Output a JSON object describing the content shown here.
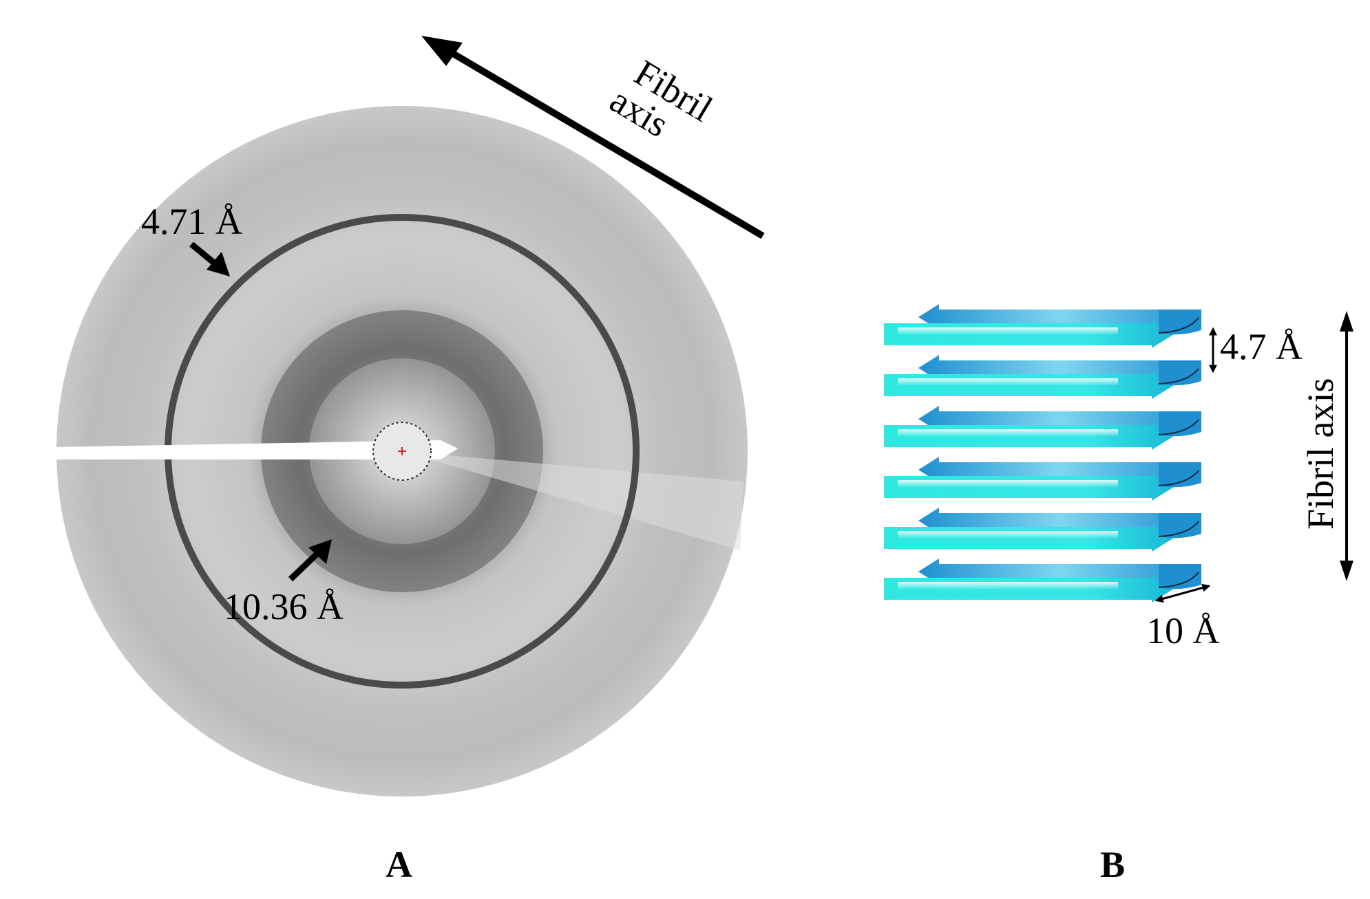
{
  "panel_a": {
    "letter": "A",
    "fibril_axis_line1": "Fibril",
    "fibril_axis_line2": "axis",
    "ring_outer_label": "4.71 Å",
    "ring_inner_label": "10.36 Å"
  },
  "panel_b": {
    "letter": "B",
    "spacing_label": "4.7 Å",
    "width_label": "10 Å",
    "fibril_axis_label": "Fibril axis",
    "strand_count": 6
  },
  "colors": {
    "strand_light": "#2ee8e0",
    "strand_dark": "#1f8fd0",
    "pattern_background": "#d0d0d0",
    "ring": "#4a4a4a",
    "center_marker": "#e0202a"
  }
}
